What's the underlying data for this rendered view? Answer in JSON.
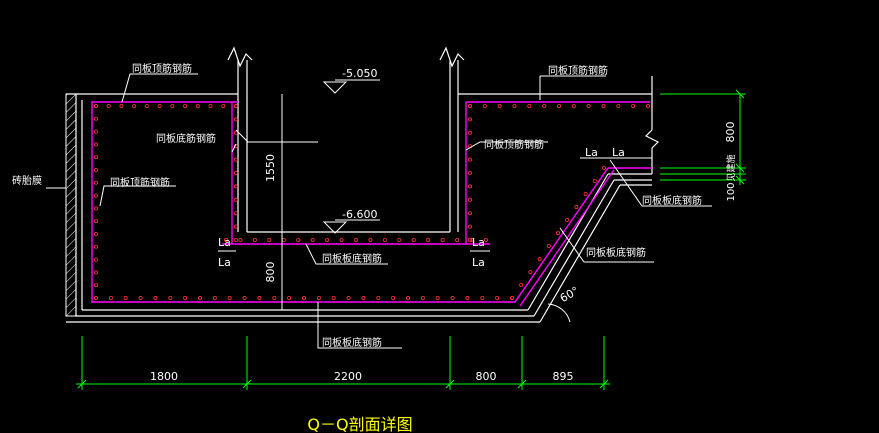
{
  "colors": {
    "background": "#000000",
    "outline": "#ffffff",
    "rebar": "#ff00ff",
    "rebar_dots": "#ff3333",
    "dimension": "#00ff00",
    "title": "#ffff00"
  },
  "labels": {
    "top_left_rebar": "同板顶筋钢筋",
    "top_right_rebar": "同板顶筋钢筋",
    "pit_wall_left_rebar": "同板底筋钢筋",
    "pit_wall_right_rebar": "同板顶筋钢筋",
    "left_wall_rebar": "同板顶筋钢筋",
    "brick_layer": "砖胎膜",
    "pit_bottom_rebar": "同板板底钢筋",
    "bottom_rebar": "同板板底钢筋",
    "slope_rebar_1": "同板板底钢筋",
    "slope_rebar_2": "同板板底钢筋"
  },
  "elevations": {
    "top": "-5.050",
    "pit_bottom": "-6.600"
  },
  "anchors": {
    "la": "La"
  },
  "angle": "60°",
  "dimensions": {
    "pit_depth": "1550",
    "slab_thick": "800",
    "right_top": "800",
    "right_gap": "100",
    "right_side_label": "见建施",
    "bottom": [
      "1800",
      "2200",
      "800",
      "895"
    ]
  },
  "title": "Q－Q剖面详图"
}
